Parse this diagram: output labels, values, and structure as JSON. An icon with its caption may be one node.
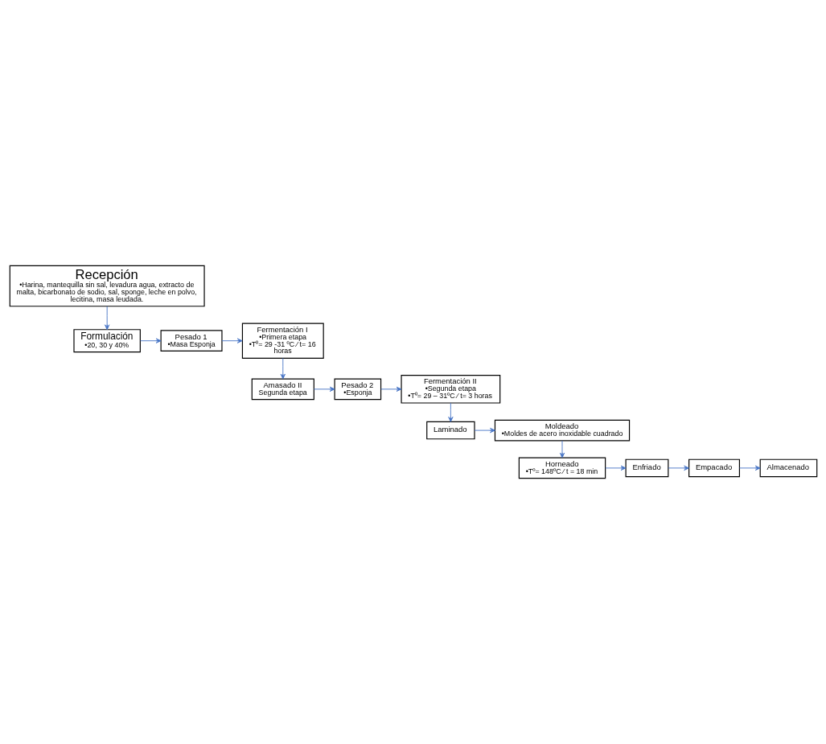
{
  "diagram": {
    "nodes": [
      {
        "text": [
          "Recepción",
          "•Harina, mantequilla sin sal, levadura agua, extracto de malta, bicarbonato de sodio, sal, sponge, leche en polvo, lecitina, masa leudada."
        ]
      },
      {
        "text": [
          "Formulación",
          "•20, 30 y 40%"
        ]
      },
      {
        "text": [
          "Pesado 1",
          "•Masa Esponja"
        ]
      },
      {
        "text": [
          "Fermentación I",
          "•Primera etapa",
          "•T⁰= 29 -31 ºC ⁄ t= 16 horas"
        ]
      },
      {
        "text": [
          "Amasado II",
          "Segunda etapa"
        ]
      },
      {
        "text": [
          "Pesado 2",
          "•Esponja"
        ]
      },
      {
        "text": [
          "Fermentación II",
          "•Segunda etapa",
          "•T⁰= 29 – 31ºC ⁄ t= 3 horas"
        ]
      },
      {
        "text": [
          "Laminado"
        ]
      },
      {
        "text": [
          "Moldeado",
          "•Moldes de acero inoxidable cuadrado"
        ]
      },
      {
        "text": [
          "Horneado",
          "•Tº= 148ºC ⁄ t = 18 min"
        ]
      },
      {
        "text": [
          "Enfriado"
        ]
      },
      {
        "text": [
          "Empacado"
        ]
      },
      {
        "text": [
          "Almacenado"
        ]
      }
    ],
    "edges": [
      {
        "from": 0,
        "to": 1,
        "arrow": "to"
      },
      {
        "from": 1,
        "to": 2,
        "arrow": "to"
      },
      {
        "from": 2,
        "to": 3,
        "arrow": "to"
      },
      {
        "from": 3,
        "to": 4,
        "arrow": "to"
      },
      {
        "from": 4,
        "to": 5,
        "arrow": "to"
      },
      {
        "from": 5,
        "to": 6,
        "arrow": "to"
      },
      {
        "from": 6,
        "to": 7,
        "arrow": "to"
      },
      {
        "from": 7,
        "to": 8,
        "arrow": "to"
      },
      {
        "from": 8,
        "to": 9,
        "arrow": "to"
      },
      {
        "from": 9,
        "to": 10,
        "arrow": "to"
      },
      {
        "from": 10,
        "to": 11,
        "arrow": "to"
      },
      {
        "from": 11,
        "to": 12,
        "arrow": "to"
      }
    ]
  }
}
